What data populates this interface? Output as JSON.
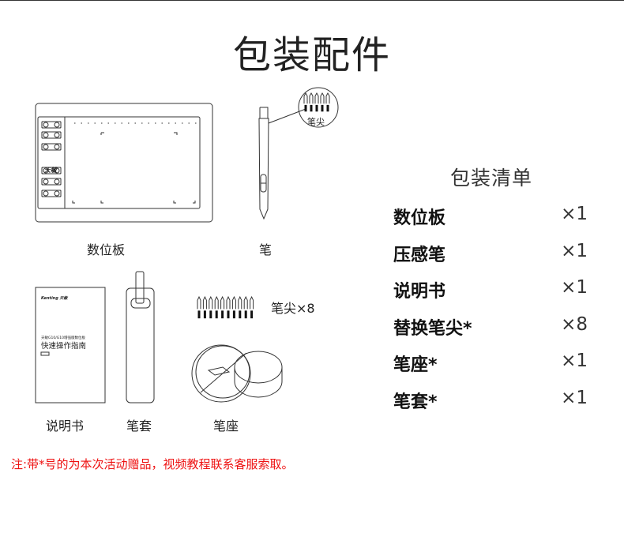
{
  "title": "包装配件",
  "illustrations": {
    "tablet_caption": "数位板",
    "tablet_logo": "天敏",
    "pen_caption": "笔",
    "pen_callout": "笔尖",
    "manual_caption": "说明书",
    "manual_brand": "Kenting 天敏",
    "manual_subtitle": "天敏G10/G10增强版数位板",
    "manual_title": "快速操作指南",
    "sleeve_caption": "笔套",
    "nibs_caption": "笔尖×8",
    "holder_caption": "笔座"
  },
  "packing_list": {
    "title": "包装清单",
    "items": [
      {
        "name": "数位板",
        "qty": "×1"
      },
      {
        "name": "压感笔",
        "qty": "×1"
      },
      {
        "name": "说明书",
        "qty": "×1"
      },
      {
        "name": "替换笔尖*",
        "qty": "×8"
      },
      {
        "name": "笔座*",
        "qty": "×1"
      },
      {
        "name": "笔套*",
        "qty": "×1"
      }
    ]
  },
  "note": "注:带*号的为本次活动赠品，视频教程联系客服索取。",
  "colors": {
    "note": "#ee1111"
  }
}
